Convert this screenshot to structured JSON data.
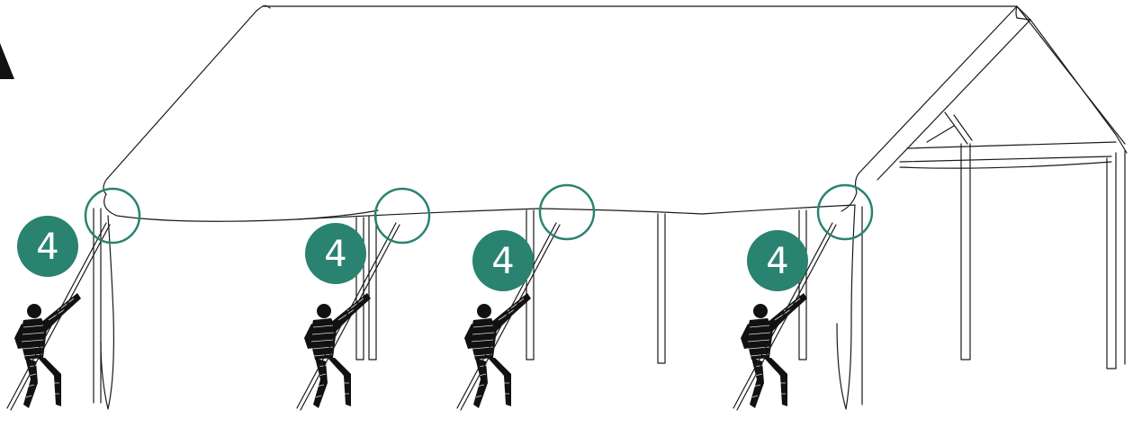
{
  "colors": {
    "accent": "#2a8270",
    "line": "#1a1a1a",
    "figure": "#111111"
  },
  "steps": [
    {
      "label": "4"
    },
    {
      "label": "4"
    },
    {
      "label": "4"
    },
    {
      "label": "4"
    }
  ],
  "icons": [
    "warning-triangle-icon",
    "worker-with-pole-icon"
  ]
}
